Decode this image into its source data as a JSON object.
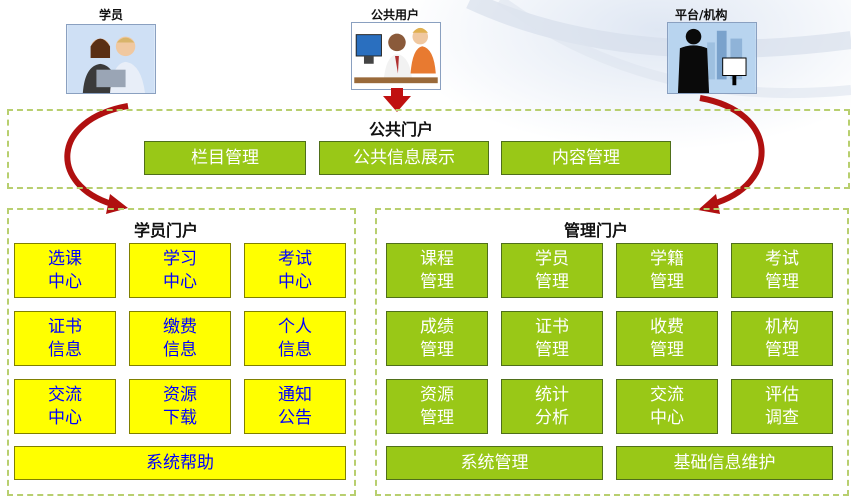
{
  "actors": {
    "student": "学员",
    "public_user": "公共用户",
    "platform": "平台/机构"
  },
  "public_portal": {
    "title": "公共门户",
    "items": [
      "栏目管理",
      "公共信息展示",
      "内容管理"
    ]
  },
  "student_portal": {
    "title": "学员门户",
    "items": [
      "选课\n中心",
      "学习\n中心",
      "考试\n中心",
      "证书\n信息",
      "缴费\n信息",
      "个人\n信息",
      "交流\n中心",
      "资源\n下载",
      "通知\n公告"
    ],
    "footer": "系统帮助"
  },
  "admin_portal": {
    "title": "管理门户",
    "items": [
      "课程\n管理",
      "学员\n管理",
      "学籍\n管理",
      "考试\n管理",
      "成绩\n管理",
      "证书\n管理",
      "收费\n管理",
      "机构\n管理",
      "资源\n管理",
      "统计\n分析",
      "交流\n中心",
      "评估\n调查"
    ],
    "footer": [
      "系统管理",
      "基础信息维护"
    ]
  },
  "colors": {
    "green_box": "#99c817",
    "yellow_box": "#ffff00",
    "yellow_text": "#0000ff",
    "arrow": "#b01010",
    "dashed_border": "#b8cf6f"
  }
}
